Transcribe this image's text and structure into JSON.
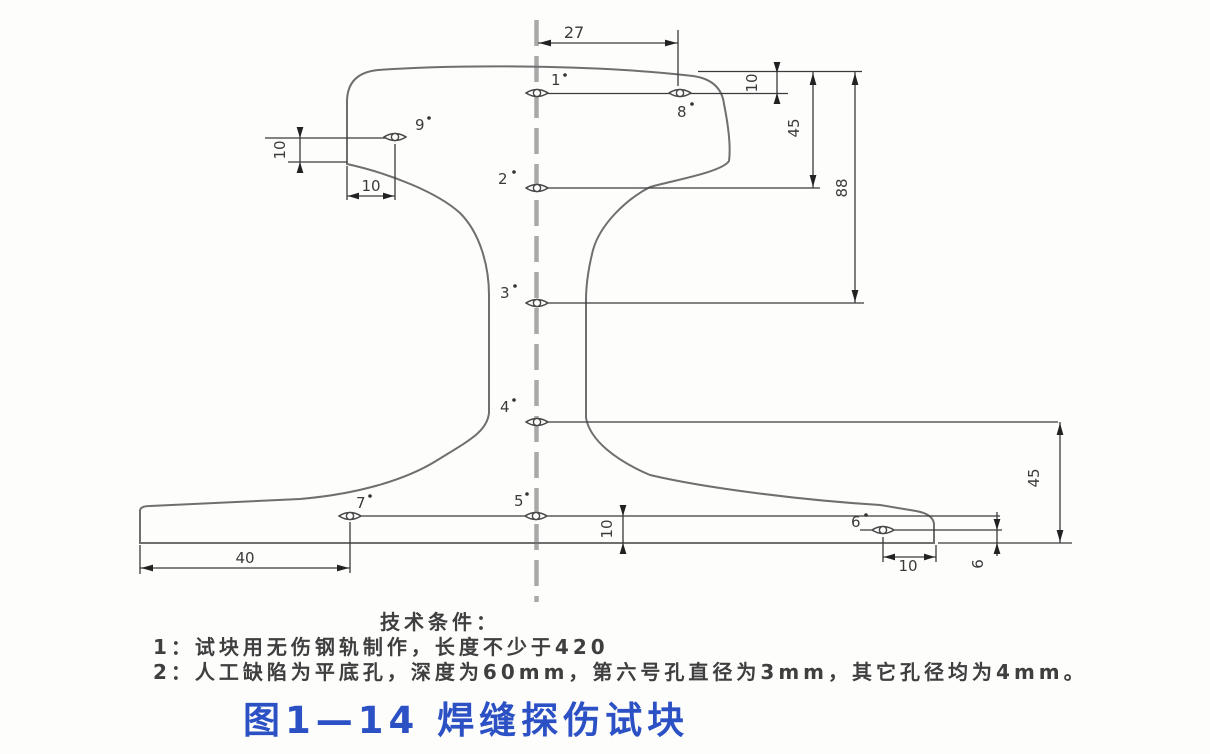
{
  "drawing": {
    "dims": {
      "top_width": "27",
      "top_right_offset": "10",
      "head_to_hole2": "45",
      "head_to_hole3": "88",
      "hole9_to_underside": "10",
      "edge_to_hole9": "10",
      "edge_to_hole7": "40",
      "hole5_to_base": "10",
      "hole6_to_edge": "10",
      "hole6_to_base": "6",
      "hole4_to_base": "45"
    },
    "holes": {
      "h1": "1",
      "h2": "2",
      "h3": "3",
      "h4": "4",
      "h5": "5",
      "h6": "6",
      "h7": "7",
      "h8": "8",
      "h9": "9"
    }
  },
  "notes": {
    "header": "技术条件：",
    "item1": "1：试块用无伤钢轨制作，长度不少于420",
    "item2": "2：人工缺陷为平底孔，深度为60mm，第六号孔直径为3mm，其它孔径均为4mm。"
  },
  "caption": {
    "text": "图1—14  焊缝探伤试块",
    "color": "#2b51c5"
  }
}
